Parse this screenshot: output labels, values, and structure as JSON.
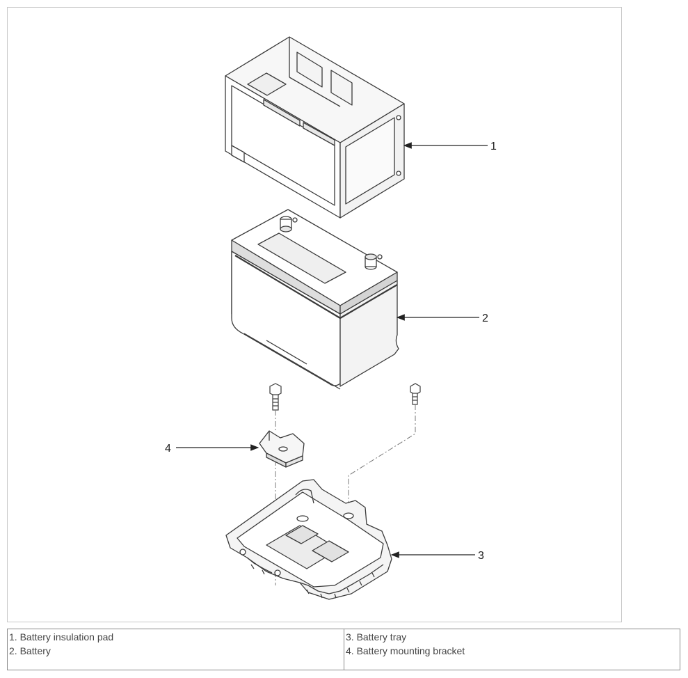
{
  "diagram": {
    "callouts": [
      {
        "number": "1",
        "part": "battery-insulation-pad"
      },
      {
        "number": "2",
        "part": "battery"
      },
      {
        "number": "3",
        "part": "battery-tray"
      },
      {
        "number": "4",
        "part": "battery-mounting-bracket"
      }
    ],
    "colors": {
      "line": "#3a3a3a",
      "fill": "#ffffff",
      "shade": "#eeeeee",
      "frame": "#c8c8c8"
    }
  },
  "legend": {
    "left": [
      "1. Battery insulation pad",
      "2. Battery"
    ],
    "right": [
      "3. Battery tray",
      "4. Battery mounting bracket"
    ]
  }
}
